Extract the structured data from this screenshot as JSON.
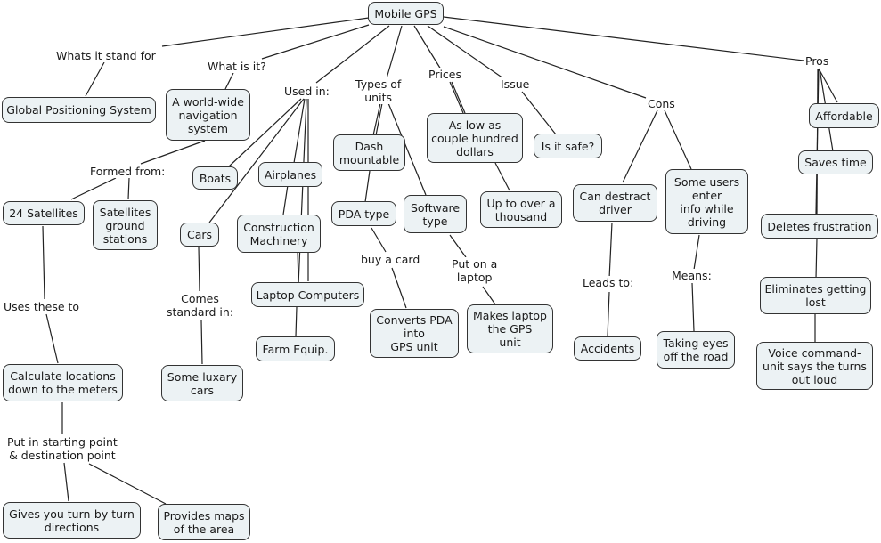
{
  "root": "Mobile GPS",
  "links": {
    "stand_for": "Whats it stand for",
    "what_is": "What is it?",
    "used_in": "Used in:",
    "types": "Types of\nunits",
    "prices": "Prices",
    "issue": "Issue",
    "cons": "Cons",
    "pros": "Pros",
    "formed_from": "Formed  from:",
    "uses_these": "Uses these to",
    "comes_standard": "Comes\nstandard in:",
    "buy_card": "buy a card",
    "put_laptop": "Put on a\nlaptop",
    "leads_to": "Leads to:",
    "means": "Means:",
    "put_in": "Put in starting point\n& destination point"
  },
  "nodes": {
    "gps_full": "Global Positioning System",
    "worldwide": "A world-wide\nnavigation\nsystem",
    "satellites": "24 Satellites",
    "ground": "Satellites\nground\nstations",
    "calculate": "Calculate locations\ndown to the meters",
    "turn_by_turn": "Gives you turn-by turn\ndirections",
    "maps": "Provides maps\nof the area",
    "boats": "Boats",
    "cars": "Cars",
    "luxary": "Some luxary\ncars",
    "airplanes": "Airplanes",
    "construction": "Construction\nMachinery",
    "laptop_computers": "Laptop Computers",
    "farm": "Farm Equip.",
    "dash": "Dash\nmountable",
    "pda": "PDA type",
    "software": "Software\ntype",
    "converts": "Converts PDA\ninto\nGPS unit",
    "makes_laptop": "Makes laptop\nthe GPS\nunit",
    "as_low": "As low as\ncouple hundred\ndollars",
    "up_to": "Up to over a\nthousand",
    "is_safe": "Is it safe?",
    "distract": "Can destract\ndriver",
    "accidents": "Accidents",
    "some_users": "Some users\nenter\ninfo while\ndriving",
    "eyes_off": "Taking eyes\noff the road",
    "affordable": "Affordable",
    "saves_time": "Saves time",
    "deletes": "Deletes frustration",
    "eliminates": "Eliminates getting\nlost",
    "voice": "Voice command-\nunit says the turns\nout loud"
  }
}
